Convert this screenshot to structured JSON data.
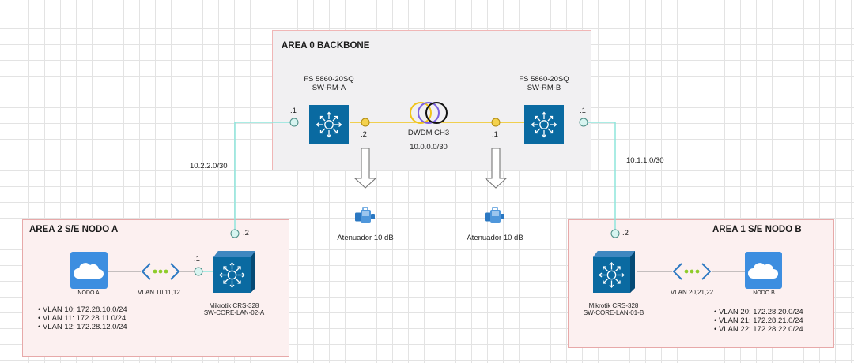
{
  "areas": {
    "backbone": {
      "title": "AREA 0 BACKBONE"
    },
    "area2": {
      "title": "AREA 2 S/E NODO A"
    },
    "area1": {
      "title": "AREA 1 S/E NODO B"
    }
  },
  "switches": {
    "rm_a": {
      "model": "FS 5860-20SQ",
      "name": "SW-RM-A"
    },
    "rm_b": {
      "model": "FS 5860-20SQ",
      "name": "SW-RM-B"
    },
    "core_a": {
      "model": "Mikrotik CRS-328",
      "name": "SW-CORE-LAN-02-A"
    },
    "core_b": {
      "model": "Mikrotik CRS-328",
      "name": "SW-CORE-LAN-01-B"
    }
  },
  "interfaces": {
    "rm_a_left": ".1",
    "rm_a_right": ".2",
    "rm_b_left": ".1",
    "rm_b_right": ".1",
    "core_a_top": ".2",
    "core_a_left": ".1",
    "core_b_top": ".2"
  },
  "links": {
    "dwdm_label": "DWDM CH3",
    "dwdm_subnet": "10.0.0.0/30",
    "left_subnet": "10.2.2.0/30",
    "right_subnet": "10.1.1.0/30",
    "vlan_a": "VLAN 10,11,12",
    "vlan_b": "VLAN 20,21,22"
  },
  "attenuators": [
    {
      "label": "Atenuador 10 dB"
    },
    {
      "label": "Atenuador 10 dB"
    }
  ],
  "nodes": {
    "a": {
      "label": "NODO A"
    },
    "b": {
      "label": "NODO B"
    }
  },
  "vlans_a": [
    "VLAN 10: 172.28.10.0/24",
    "VLAN 11: 172.28.11.0/24",
    "VLAN 12: 172.28.12.0/24"
  ],
  "vlans_b": [
    "VLAN 20; 172.28.20.0/24",
    "VLAN 21; 172.28.21.0/24",
    "VLAN 22; 172.28.22.0/24"
  ],
  "colors": {
    "switch_fill": "#0a6aa1",
    "cloud_fill": "#3d8ee0",
    "fiber_link": "#f0c419",
    "uplink": "#8ee6dc",
    "area_border": "#e7a9a9"
  }
}
